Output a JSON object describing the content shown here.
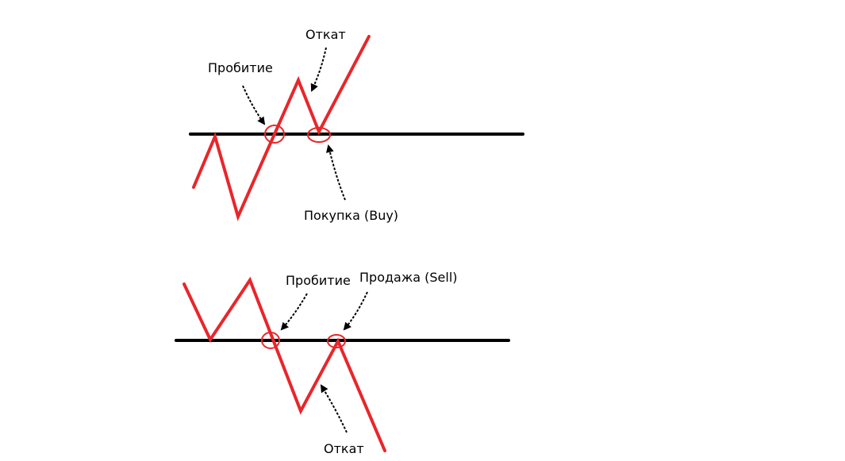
{
  "colors": {
    "background": "#ffffff",
    "level_line": "#000000",
    "price_line": "#e8262b",
    "circle": "#e8262b",
    "arrow": "#000000"
  },
  "buy_diagram": {
    "breakout_label": "Пробитие",
    "pullback_label": "Откат",
    "entry_label": "Покупка (Buy)"
  },
  "sell_diagram": {
    "breakout_label": "Пробитие",
    "entry_label": "Продажа (Sell)",
    "pullback_label": "Откат"
  }
}
